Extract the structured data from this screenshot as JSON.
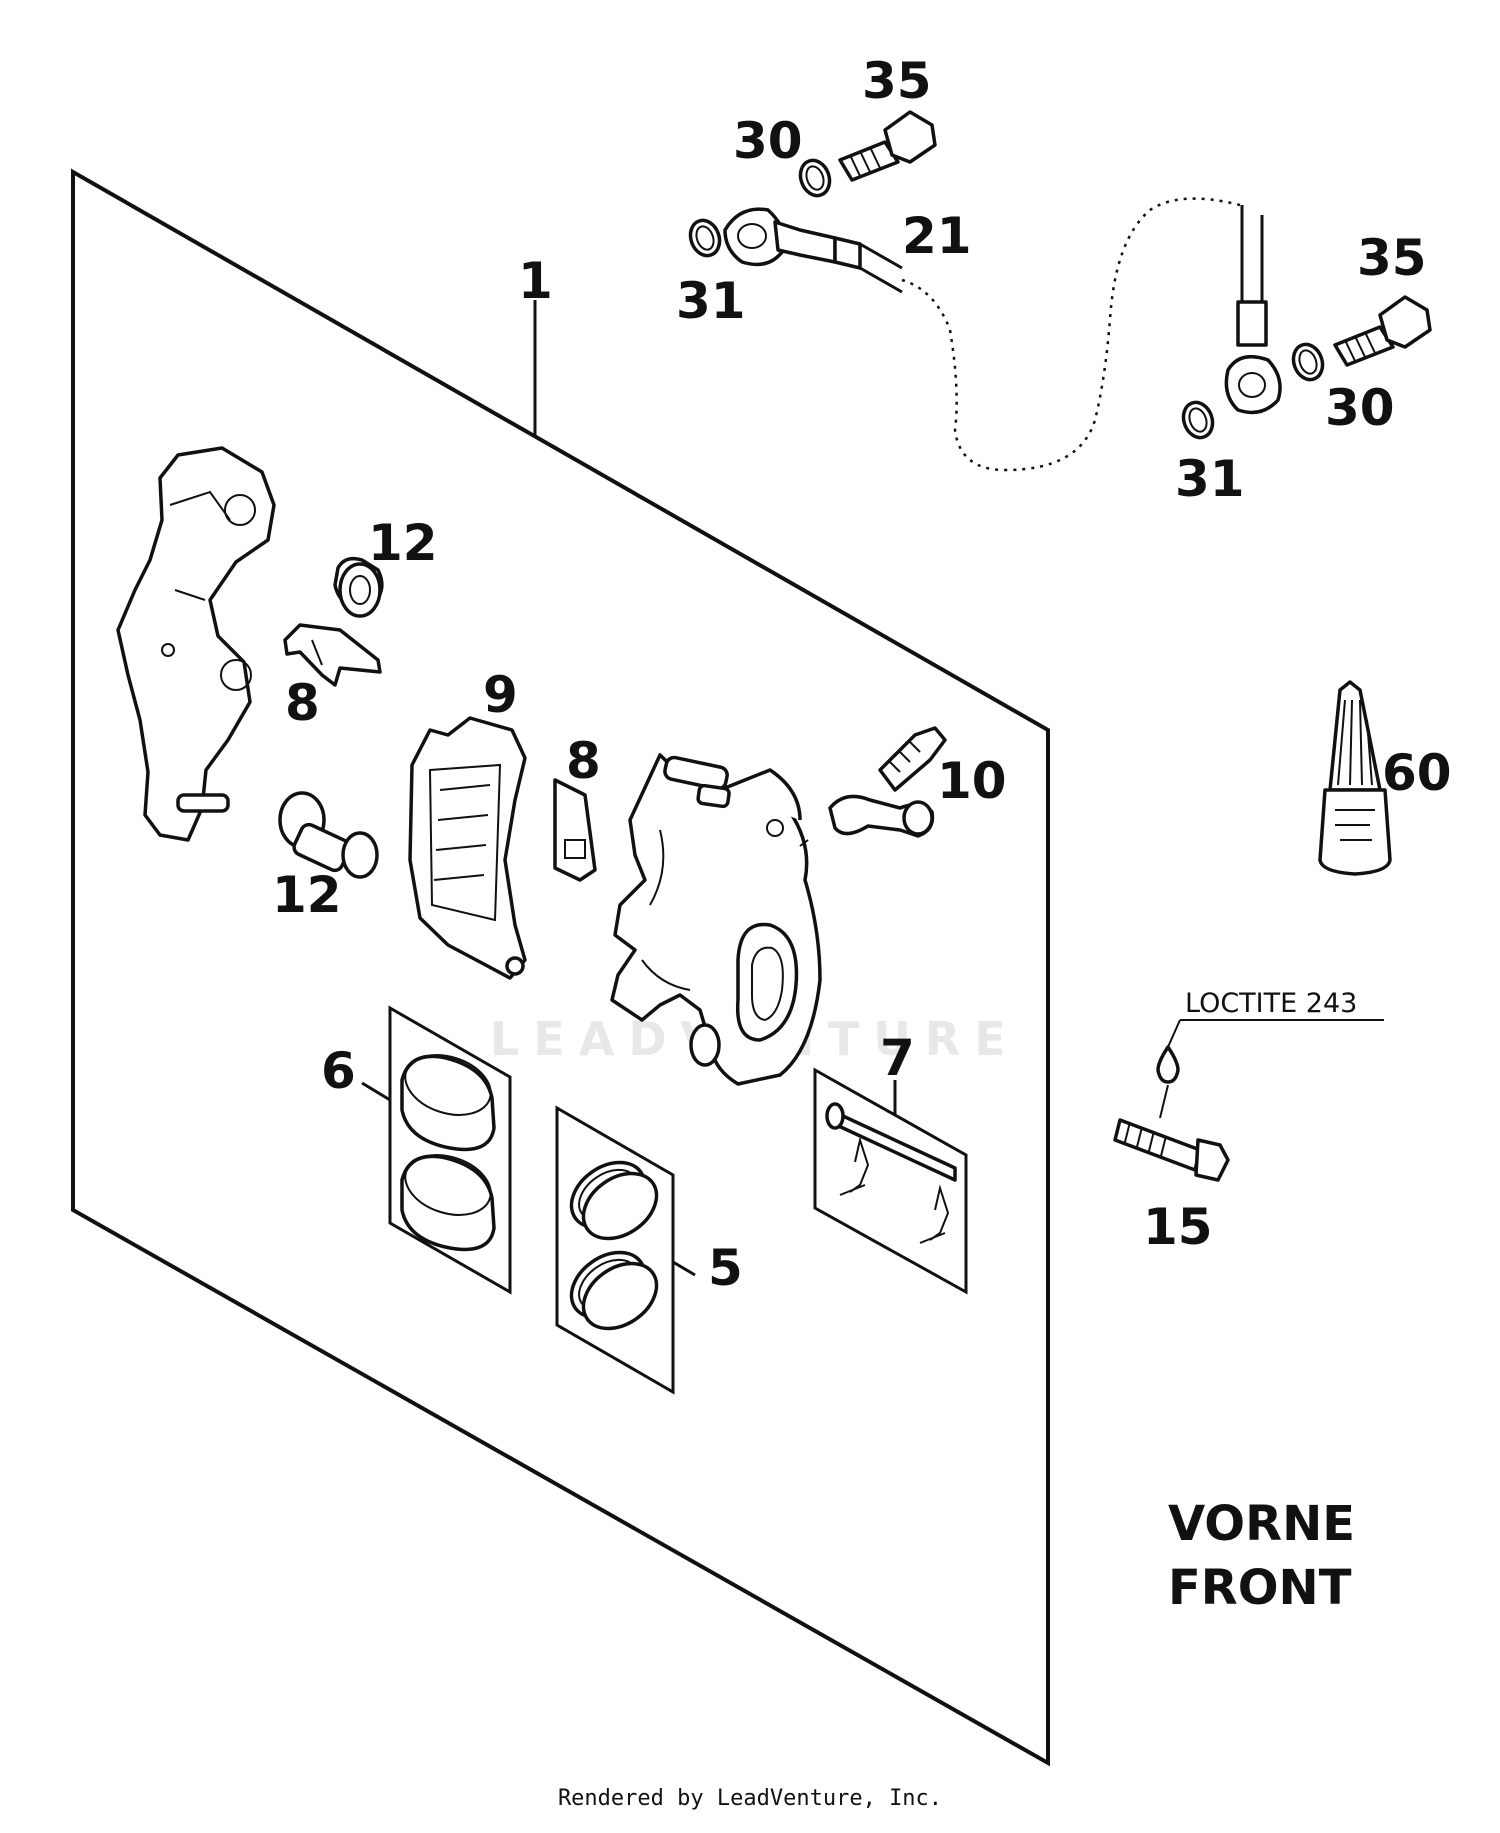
{
  "labels": {
    "kit": "1",
    "piston_seals": "5",
    "pistons": "6",
    "pin_kit": "7",
    "spring_upper": "8",
    "spring_lower": "8",
    "brake_pads": "9",
    "bleeder": "10",
    "bushing_upper": "12",
    "bushing_lower": "12",
    "bolt": "15",
    "brake_line": "21",
    "washer_30_top": "30",
    "washer_30_right": "30",
    "washer_31_top": "31",
    "washer_31_right": "31",
    "banjo_top": "35",
    "banjo_right": "35",
    "loctite_tube": "60"
  },
  "loctite_note": "LOCTITE 243",
  "title_line1": "VORNE",
  "title_line2": "FRONT",
  "watermark": "LEADVENTURE",
  "footer": "Rendered by LeadVenture, Inc."
}
